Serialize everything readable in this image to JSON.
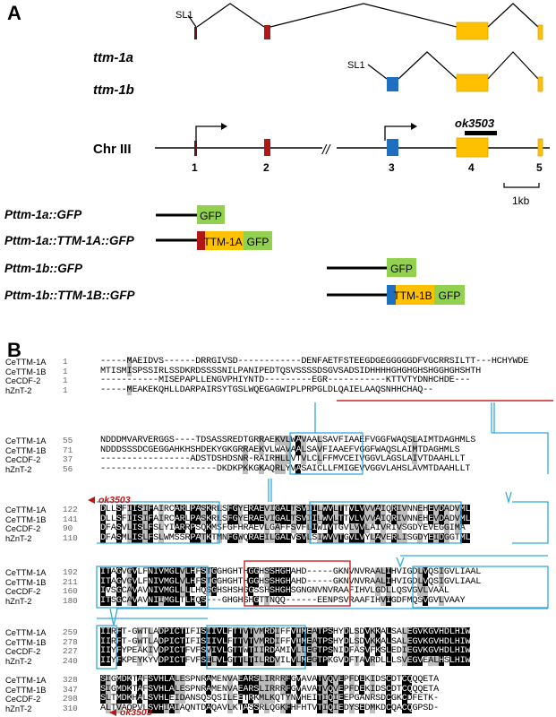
{
  "panel_a": {
    "label": "A",
    "isoform_a": {
      "name": "ttm-1a",
      "sl": "SL1"
    },
    "isoform_b": {
      "name": "ttm-1b",
      "sl": "SL1"
    },
    "chromosome": {
      "name": "Chr III",
      "exons": [
        "1",
        "2",
        "3",
        "4",
        "5"
      ],
      "break_mark": "//"
    },
    "deletion": "ok3503",
    "scale_bar": "1kb",
    "constructs": [
      {
        "name": "Pttm-1a::GFP",
        "boxes": [
          "GFP"
        ]
      },
      {
        "name": "Pttm-1a::TTM-1A::GFP",
        "boxes": [
          "TTM-1A",
          "GFP"
        ]
      },
      {
        "name": "Pttm-1b::GFP",
        "boxes": [
          "GFP"
        ]
      },
      {
        "name": "Pttm-1b::TTM-1B::GFP",
        "boxes": [
          "TTM-1B",
          "GFP"
        ]
      }
    ],
    "colors": {
      "exon_a": "#8b1414",
      "exon_b": "#1f6fc0",
      "coding": "#ffc000",
      "gfp": "#92d050",
      "line": "#000000"
    }
  },
  "panel_b": {
    "label": "B",
    "deletion": "ok3503",
    "colors": {
      "identical": "#000000",
      "similar": "#bdbdbd",
      "tm_box": "#33aadd",
      "his_box": "#cc2222"
    },
    "blocks": [
      {
        "rows": [
          {
            "name": "CeTTM-1A",
            "start": "1",
            "seq": "-----MAEIDVS------DRRGIVSD------------DENFAETFSTEEGDGEGGGGGDFVGCRRSILTT---HCHYWDE"
          },
          {
            "name": "CeTTM-1B",
            "start": "1",
            "seq": "MTISMISPSSIRLSSDKRDSSSSNILPANIPEDTQSVSSSSDSGVSADSIDHHHHGHGHGHSHGGHGHSHTH"
          },
          {
            "name": "CeCDF-2",
            "start": "1",
            "seq": "-----------MISEPAPLLENGVPHIYNTD---------EGR-----------KTTVTYDNHCHDE---"
          },
          {
            "name": "hZnT-2",
            "start": "1",
            "seq": "-----MEAKEKQHLLDARPAIRSYTGSLWQEGAGWIPLPRPGLDLQAIELAAQSNHHCHAQ--"
          }
        ]
      },
      {
        "rows": [
          {
            "name": "CeTTM-1A",
            "start": "55",
            "seq": "NDDDMVARVERGGS----TDSASSREDTGRRAEKVLWAVAALSAVFIAAEFVGGFWAQSLAIMTDAGHMLS"
          },
          {
            "name": "CeTTM-1B",
            "start": "71",
            "seq": "NDDDSSSDCGEGGAHKHSHDEKYGKGRRAEKVLWAVAALSAVFIAAEFVGGFWAQSLAIMTDAGHMLS"
          },
          {
            "name": "CeCDF-2",
            "start": "37",
            "seq": "-----------------ADSTDSHDSNR-RAIRHLLVTVLCLFFMVCEIVGGVLAGSLAIVTDAAHLLT"
          },
          {
            "name": "hZnT-2",
            "start": "56",
            "seq": "----------------------DKDKPKKGKAQRLYVASAICLLFMIGEVVGGVLAHSLAVMTDAAHLLT"
          }
        ]
      },
      {
        "rows": [
          {
            "name": "CeTTM-1A",
            "start": "122",
            "seq": "DLLSFIISIFAIRCARLPASKRLSFGYERAEVIGALTSVIILWVLTTVLVVVAIQRIVNNEHEVDADVML"
          },
          {
            "name": "CeTTM-1B",
            "start": "141",
            "seq": "DLLSFIISIFAIRCARLPASKRLSFGYERAEVIGALTSVIILWVLTTVLVVVAIQRIVNNEHEVDADVML"
          },
          {
            "name": "CeCDF-2",
            "start": "90",
            "seq": "DFASVLISLFSLYIARRPSQKMSFGFHRAEVLGAFFSVFLIWIVTGVLVVLAIVRIVSGDYEVEGGIMA"
          },
          {
            "name": "hZnT-2",
            "start": "110",
            "seq": "DFASMLISLFSLWMSSRPATKTMNFGWQRAEILGALVSVLSIWVVTGVLVYLAVERLISGDYEIDGGTML"
          }
        ]
      },
      {
        "rows": [
          {
            "name": "CeTTM-1A",
            "start": "192",
            "seq": "ITAGVGVLFNIVMGLVLHFSTGGHGHTHGGHSSHGHAHD-----GKNVNVRAALIHVIGDLVQSIGVLIAAL"
          },
          {
            "name": "CeTTM-1B",
            "start": "211",
            "seq": "ITAGVGVLFNIVMGLVLHFSTGGHGHTHGGHSSHGHAHD-----GKNVNVRAALIHVIGDLVQSIGVLIAAL"
          },
          {
            "name": "CeCDF-2",
            "start": "160",
            "seq": "IVSGCAVAVNIVMGLLLLHQSGHSHSHGGSSHSHGHSGNGNVNVRAAFIHVLGDLLQSVGVLVAAL"
          },
          {
            "name": "hZnT-2",
            "start": "180",
            "seq": "ITSGCAVAVNIIMGLTLHQS---GHGHSHGTTNQQ------EENPSVRAAFIHVIGDFMQSVGVLVAAY"
          }
        ]
      },
      {
        "rows": [
          {
            "name": "CeTTM-1A",
            "start": "259",
            "seq": "IIRFT-GWTLADPICTIFISIIVLFTTVTVMRDIFFVIMEATPSHYDLSDVKKALSALEGVKGVHDLHIW"
          },
          {
            "name": "CeTTM-1B",
            "start": "278",
            "seq": "IIRFT-GWTLADPICTIFISIIVLFTTVTVMRDIFFVIMEATPSHYDLSDVKKALSALEGVKGVHDLHIW"
          },
          {
            "name": "CeCDF-2",
            "start": "227",
            "seq": "IIYFYPEAKIVDPICTFVFSVIVLGTTWTIIRDAMIVLLEGTPSNIDFASVFKSLEDIEGVKGVHDLHIW"
          },
          {
            "name": "hZnT-2",
            "start": "240",
            "seq": "IIYFKPEYKYVDPICTFVFSILVLGTTLTILRDVILVLMEGTPKGVDFTAVRDLLLSVEGVEALHSLHIW"
          }
        ]
      },
      {
        "rows": [
          {
            "name": "CeTTM-1A",
            "start": "328",
            "seq": "SIGMDKTAFSVHLALESPNRAMENVAEARSLIRRRFGVAVATVQVEPFDEKIDSCDTCQQQETA"
          },
          {
            "name": "CeTTM-1B",
            "start": "347",
            "seq": "SIGMDKTAFSVHLALESPNRAMENVAEARSLIRRRFGVAVATVQVEPFDEKIDSCDTCQQQETA"
          },
          {
            "name": "CeCDF-2",
            "start": "298",
            "seq": "SLTMDKHALSVHLEIDANSQSQSILEETRKMLKQTYNVHEITIQIEEPGANRSDCGKCDFETK-"
          },
          {
            "name": "hZnT-2",
            "start": "310",
            "seq": "ALTVAQPVLSVHIAIAQNTDAQAVLKTASSRLQGKFHFHTVTIQIEDYSEDMKDCQACQGPSD-"
          }
        ]
      }
    ]
  }
}
